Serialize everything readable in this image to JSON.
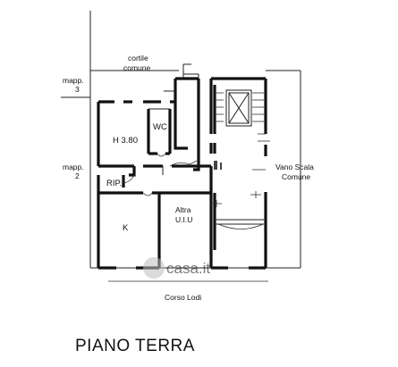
{
  "labels": {
    "courtyard_line1": "cortile",
    "courtyard_line2": "comune",
    "mapp3_line1": "mapp.",
    "mapp3_line2": "3",
    "mapp2_line1": "mapp.",
    "mapp2_line2": "2",
    "room_h": "H 3.80",
    "room_wc": "WC",
    "room_rip": "RIP.",
    "room_k": "K",
    "other_unit_line1": "Altra",
    "other_unit_line2": "U.I.U",
    "stair_line1": "Vano Scala",
    "stair_line2": "Comune",
    "street": "Corso Lodi",
    "watermark": "casa.it",
    "floor_title": "PIANO TERRA"
  },
  "colors": {
    "walls": "#111111",
    "background": "#ffffff",
    "watermark": "#bdbdbd"
  }
}
